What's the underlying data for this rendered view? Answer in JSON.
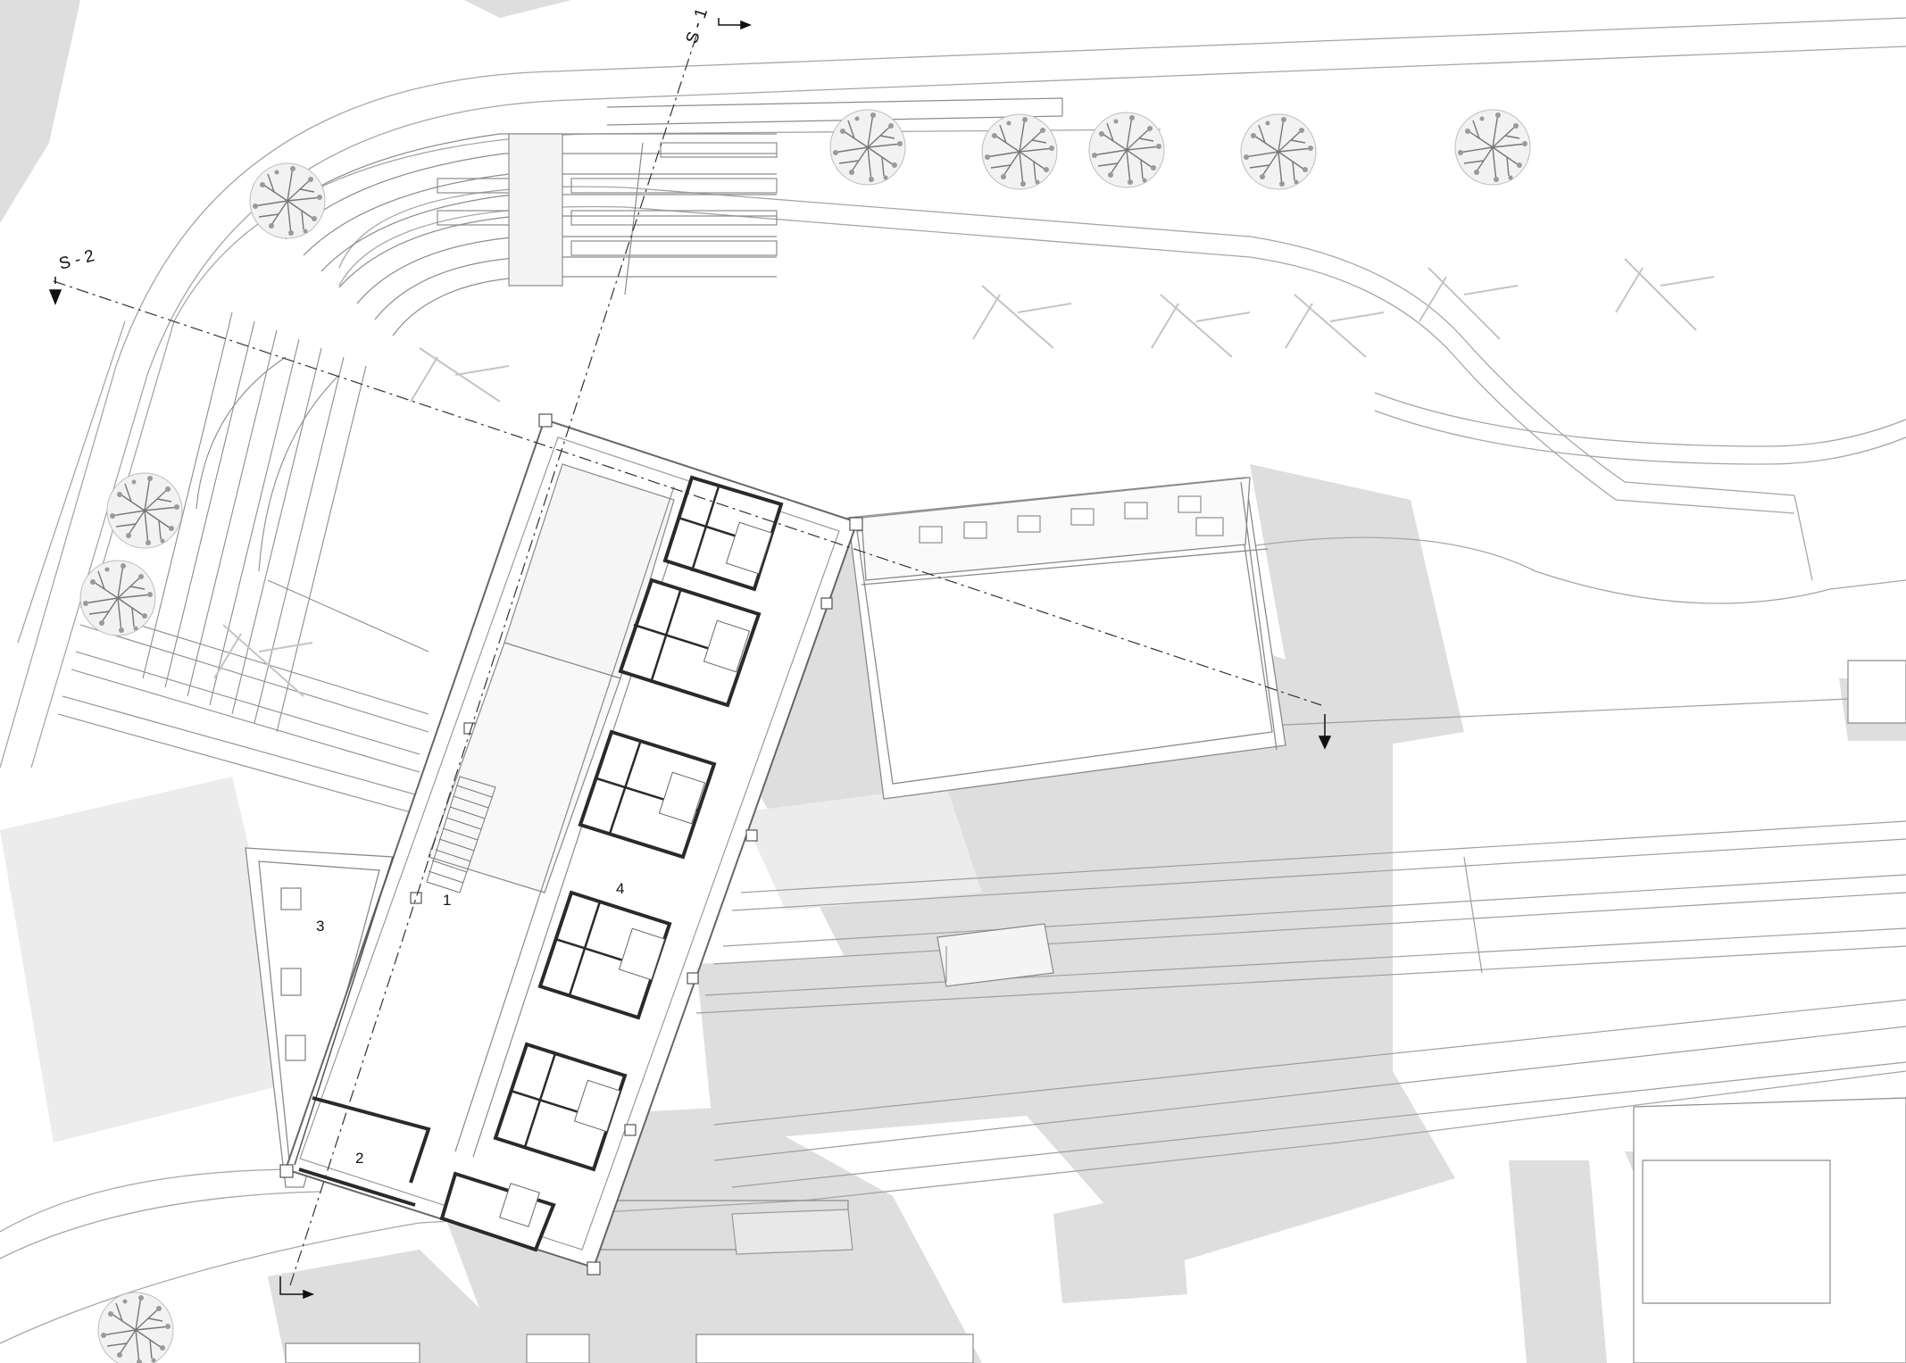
{
  "room_labels": {
    "r1": "1",
    "r2": "2",
    "r3": "3",
    "r4": "4"
  },
  "section_marks": {
    "s1": "S - 1",
    "s2": "S - 2"
  },
  "colors": {
    "shadow": "#dcdcdc",
    "shadow_light": "#e9e9e9",
    "line": "#9a9a9a",
    "wall": "#2a2a2a",
    "tree": "#8a8a8a"
  },
  "icons": {
    "tree": "tree-icon",
    "section_arrow": "section-arrow-icon"
  }
}
